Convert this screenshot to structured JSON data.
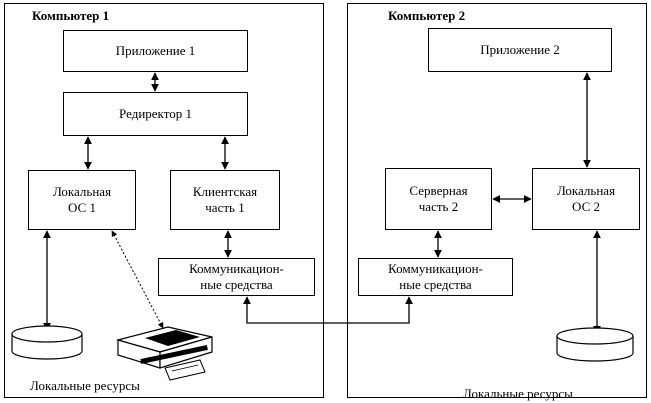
{
  "computer1": {
    "title": "Компьютер 1",
    "app": "Приложение 1",
    "redirector": "Редиректор 1",
    "local_os": [
      "Локальная",
      "ОС 1"
    ],
    "client_part": [
      "Клиентская",
      "часть 1"
    ],
    "comm": [
      "Коммуникацион-",
      "ные средства"
    ],
    "resources_label": "Локальные ресурсы"
  },
  "computer2": {
    "title": "Компьютер 2",
    "app": "Приложение 2",
    "server_part": [
      "Серверная",
      "часть 2"
    ],
    "local_os": [
      "Локальная",
      "ОС 2"
    ],
    "comm": [
      "Коммуникацион-",
      "ные средства"
    ],
    "resources_label": "Локальные ресурсы"
  }
}
